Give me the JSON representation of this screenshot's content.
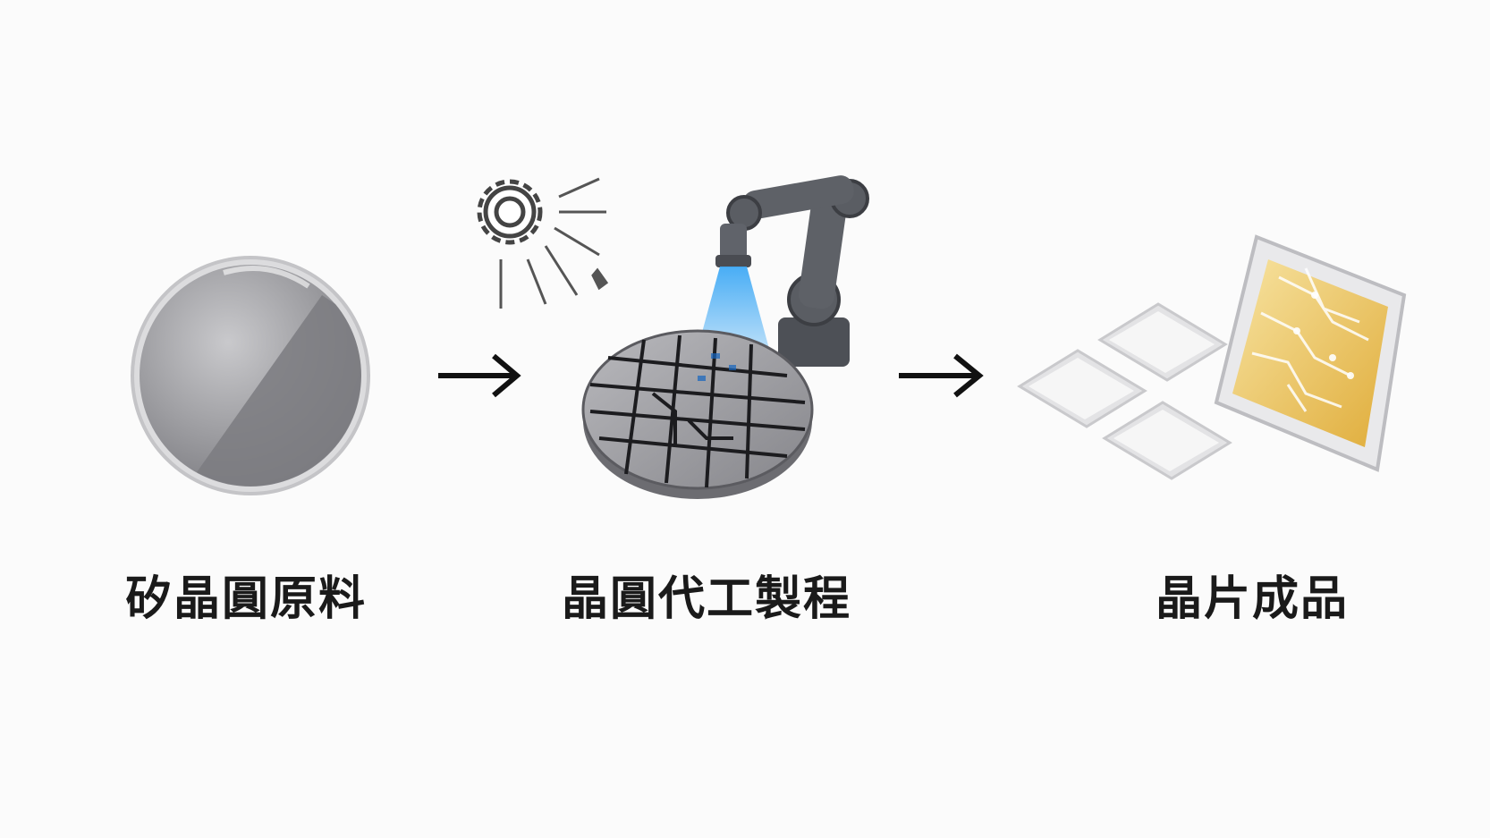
{
  "steps": [
    {
      "label": "矽晶圓原料",
      "icon": "silicon-wafer-icon"
    },
    {
      "label": "晶圓代工製程",
      "icon": "wafer-fabrication-icon"
    },
    {
      "label": "晶片成品",
      "icon": "finished-chips-icon"
    }
  ],
  "arrows": [
    "arrow-right-icon",
    "arrow-right-icon"
  ],
  "colors": {
    "background": "#fbfbfb",
    "text": "#1a1a1a",
    "wafer_gray": "#8e8e92",
    "robot_gray": "#5a5d63",
    "light_beam": "#3fa9f5",
    "gold_circuit": "#d9a633",
    "chip_white": "#ececec"
  }
}
